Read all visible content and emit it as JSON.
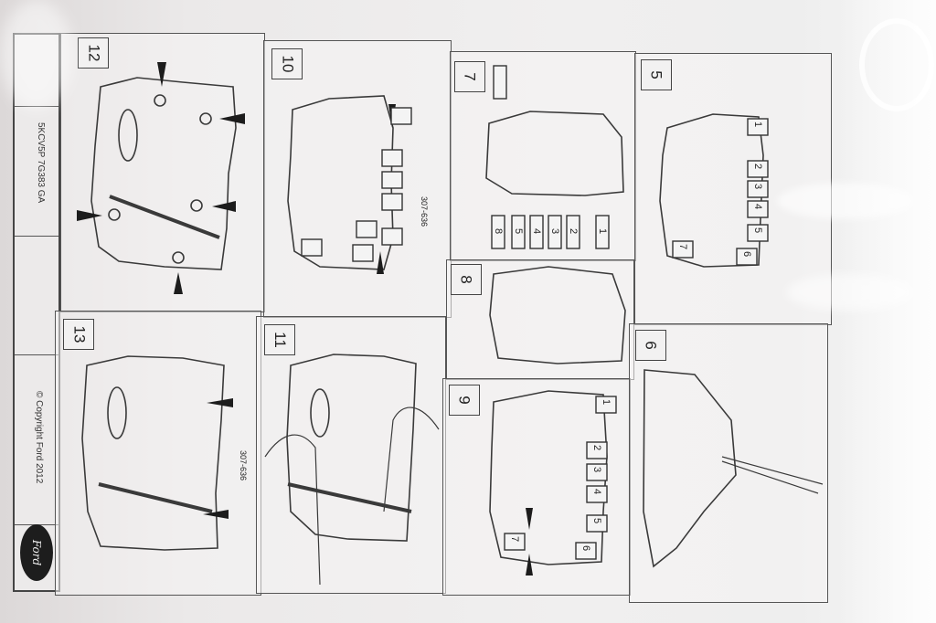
{
  "document": {
    "part_number": "5KCV5P 7G383 GA",
    "copyright": "© Copyright Ford 2012",
    "logo_text": "Ford"
  },
  "steps": [
    {
      "id": "12",
      "label": "12"
    },
    {
      "id": "10",
      "label": "10"
    },
    {
      "id": "7",
      "label": "7"
    },
    {
      "id": "5",
      "label": "5"
    },
    {
      "id": "13",
      "label": "13"
    },
    {
      "id": "11",
      "label": "11"
    },
    {
      "id": "8",
      "label": "8"
    },
    {
      "id": "9",
      "label": "9"
    },
    {
      "id": "6",
      "label": "6"
    }
  ],
  "tool_labels": {
    "step10": "307-636",
    "step13": "307-636"
  },
  "solenoid_numbers": {
    "step5": [
      "1",
      "2",
      "3",
      "4",
      "5",
      "6",
      "7"
    ],
    "step7": [
      "8",
      "5",
      "4",
      "3",
      "2",
      "1"
    ],
    "step9": [
      "1",
      "2",
      "3",
      "4",
      "5",
      "6",
      "7"
    ]
  }
}
